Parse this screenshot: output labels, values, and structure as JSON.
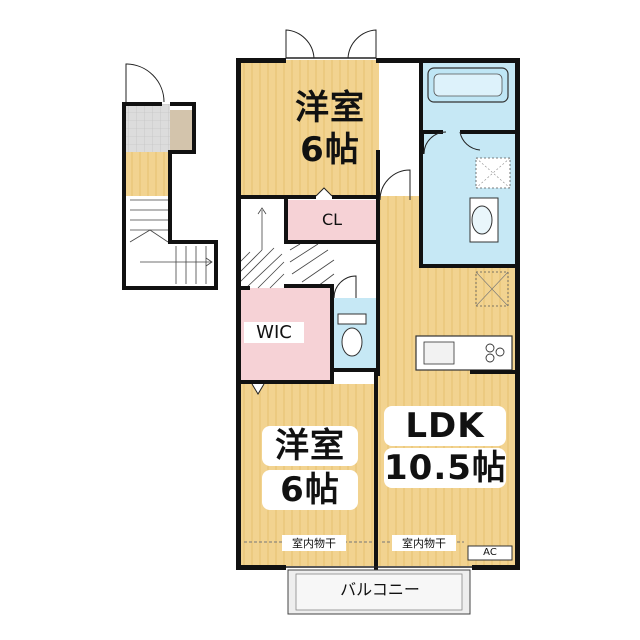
{
  "rooms": {
    "western_top": {
      "name": "洋室",
      "size": "6帖"
    },
    "western_bottom": {
      "name": "洋室",
      "size": "6帖"
    },
    "ldk": {
      "name": "LDK",
      "size": "10.5帖"
    },
    "closet": "CL",
    "walk_in_closet": "WIC",
    "balcony": "バルコニー"
  },
  "labels": {
    "indoor_drying_1": "室内物干",
    "indoor_drying_2": "室内物干",
    "air_conditioner": "AC"
  },
  "colors": {
    "wall": "#111111",
    "wood_floor": "#f2d390",
    "wood_grain": "#e6c070",
    "water_area": "#c6e8f5",
    "closet": "#f6d2d6",
    "tile": "#d8d8d8",
    "balcony": "#eeeeee"
  }
}
